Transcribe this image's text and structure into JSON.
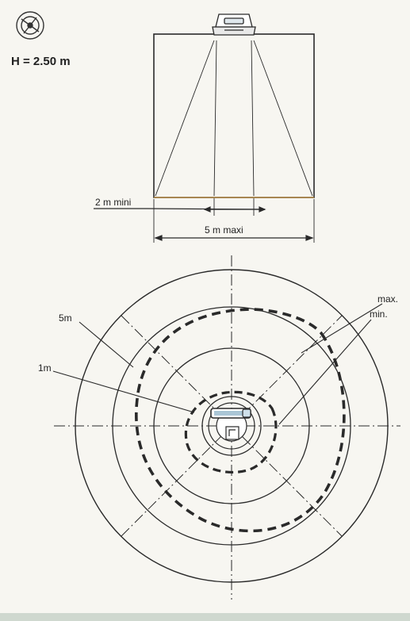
{
  "height_label": "H = 2.50 m",
  "labels": {
    "min_distance": "2 m mini",
    "max_distance": "5 m maxi",
    "radius_5m": "5m",
    "radius_1m": "1m",
    "max": "max.",
    "min": "min."
  },
  "icons": {
    "detector_top_view": "round-detector-icon",
    "sensor_side_view": "ceiling-sensor-icon",
    "sensor_top_view": "sensor-plan-icon"
  },
  "colors": {
    "line": "#2a2a2a",
    "paper": "#f7f6f1"
  }
}
